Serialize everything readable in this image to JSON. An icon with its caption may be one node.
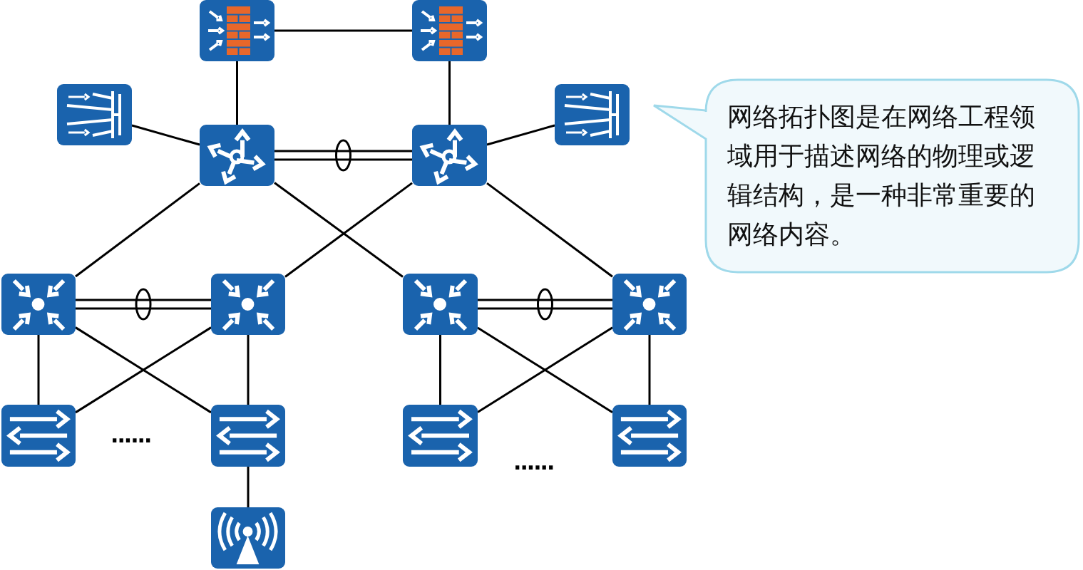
{
  "diagram": {
    "nodes": [
      {
        "text": [],
        "shape": "picture"
      },
      {
        "text": [],
        "shape": "picture"
      },
      {
        "text": [],
        "shape": "picture"
      },
      {
        "text": [],
        "shape": "picture"
      },
      {
        "text": [],
        "shape": "picture"
      },
      {
        "text": [],
        "shape": "picture"
      },
      {
        "text": [
          "网络拓扑图是在网络工程领域用于描述网络的物理或逻辑结构，是一种非常重要的网络内容。"
        ]
      },
      {
        "text": [],
        "shape": "picture"
      },
      {
        "text": [],
        "shape": "picture"
      },
      {
        "text": [],
        "shape": "picture"
      },
      {
        "text": [],
        "shape": "picture"
      },
      {
        "text": [],
        "shape": "picture"
      },
      {
        "text": [],
        "shape": "picture"
      },
      {
        "text": [],
        "shape": "picture"
      },
      {
        "text": [],
        "shape": "picture"
      },
      {
        "text": [],
        "shape": "picture"
      }
    ],
    "edges": [
      {
        "from": 0,
        "to": 1,
        "arrow": "none"
      },
      {
        "from": 0,
        "to": 3,
        "arrow": "none"
      },
      {
        "from": 1,
        "to": 4,
        "arrow": "none"
      },
      {
        "from": 2,
        "to": 3,
        "arrow": "none"
      },
      {
        "from": 4,
        "to": 5,
        "arrow": "none"
      },
      {
        "from": 3,
        "to": 4,
        "arrow": "none"
      },
      {
        "from": 3,
        "to": 7,
        "arrow": "none"
      },
      {
        "from": 3,
        "to": 9,
        "arrow": "none"
      },
      {
        "from": 4,
        "to": 8,
        "arrow": "none"
      },
      {
        "from": 4,
        "to": 10,
        "arrow": "none"
      },
      {
        "from": 7,
        "to": 8,
        "arrow": "none"
      },
      {
        "from": 9,
        "to": 10,
        "arrow": "none"
      },
      {
        "from": 7,
        "to": 11,
        "arrow": "none"
      },
      {
        "from": 7,
        "to": 12,
        "arrow": "none"
      },
      {
        "from": 8,
        "to": 11,
        "arrow": "none"
      },
      {
        "from": 8,
        "to": 12,
        "arrow": "none"
      },
      {
        "from": 9,
        "to": 13,
        "arrow": "none"
      },
      {
        "from": 9,
        "to": 14,
        "arrow": "none"
      },
      {
        "from": 10,
        "to": 13,
        "arrow": "none"
      },
      {
        "from": 10,
        "to": 14,
        "arrow": "none"
      },
      {
        "from": 12,
        "to": 15,
        "arrow": "none"
      }
    ],
    "labels": [
      "......",
      "......"
    ]
  }
}
